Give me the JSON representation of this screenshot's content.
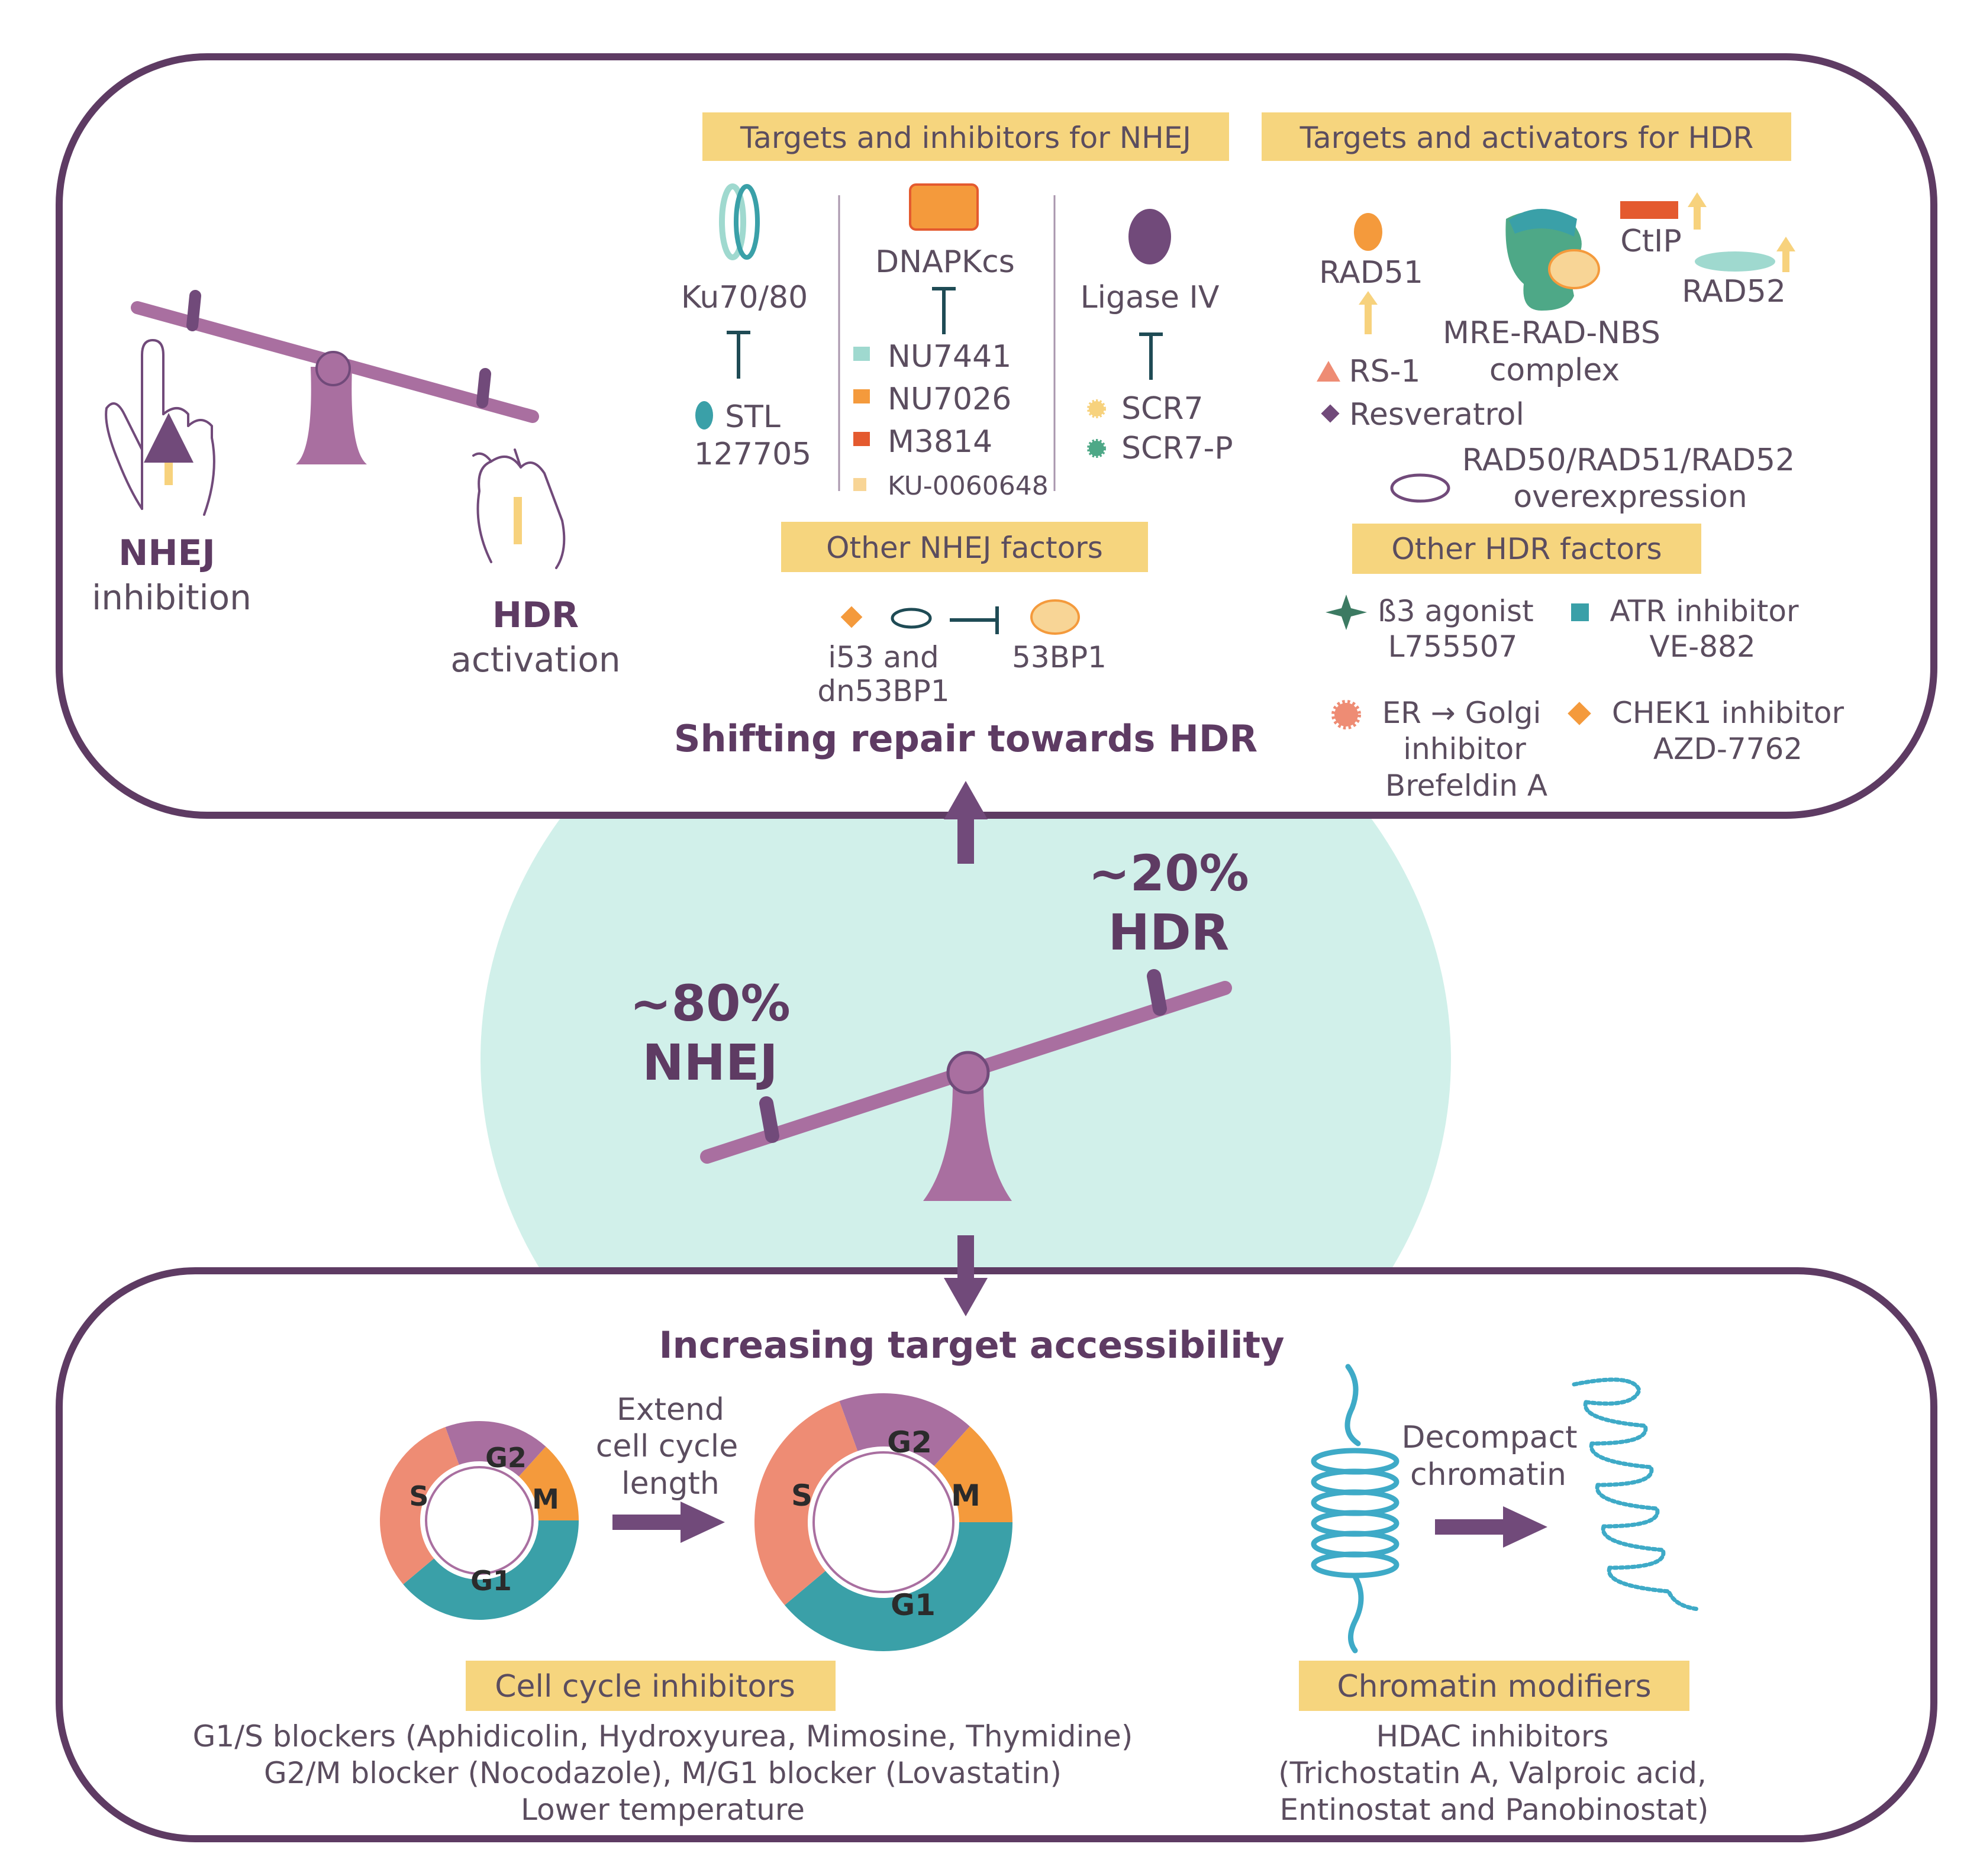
{
  "colors": {
    "frame": "#5e3b63",
    "purple": "#a96fa0",
    "dark_purple": "#714a7a",
    "text": "#5b4d5f",
    "label_bg": "#f6d57e",
    "mint": "#d1f0ea",
    "teal": "#3aa0a8",
    "salmon": "#ee8c74",
    "orange": "#f49a3c",
    "red": "#e45a2f",
    "light_yellow": "#f8d596",
    "green": "#4ea887",
    "dark_green": "#3c7a62",
    "arrow_yellow": "#f7d27d",
    "helix_blue": "#3eaac7"
  },
  "top_panel": {
    "left": {
      "nhej_title": "NHEJ",
      "nhej_sub": "inhibition",
      "hdr_title": "HDR",
      "hdr_sub": "activation"
    },
    "nhej_header": "Targets and inhibitors for NHEJ",
    "hdr_header": "Targets and activators for HDR",
    "ku": {
      "target": "Ku70/80",
      "inhibitor_line1": "STL",
      "inhibitor_line2": "127705"
    },
    "dnapk": {
      "target": "DNAPKcs",
      "inhibitors": [
        "NU7441",
        "NU7026",
        "M3814",
        "KU-0060648"
      ],
      "inhibitor_colors": [
        "#9fd9cf",
        "#f49a3c",
        "#e45a2f",
        "#f8d596"
      ]
    },
    "ligase": {
      "target": "Ligase IV",
      "inhibitors": [
        "SCR7",
        "SCR7-P"
      ],
      "inhibitor_colors": [
        "#f7d27d",
        "#4ea887"
      ]
    },
    "other_nhej": {
      "header": "Other NHEJ factors",
      "item1_line1": "i53 and",
      "item1_line2": "dn53BP1",
      "item2": "53BP1"
    },
    "shift_caption": "Shifting repair towards HDR",
    "hdr": {
      "rad51": "RAD51",
      "mre_line1": "MRE-RAD-NBS",
      "mre_line2": "complex",
      "ctip": "CtIP",
      "rad52": "RAD52",
      "rs1": "RS-1",
      "resveratrol": "Resveratrol",
      "overexp_line1": "RAD50/RAD51/RAD52",
      "overexp_line2": "overexpression"
    },
    "other_hdr": {
      "header": "Other HDR factors",
      "b3_line1": "ß3 agonist",
      "b3_line2": "L755507",
      "atr_line1": "ATR inhibitor",
      "atr_line2": "VE-882",
      "er_line1": "ER → Golgi",
      "er_line2": "inhibitor",
      "er_line3": "Brefeldin A",
      "chek_line1": "CHEK1 inhibitor",
      "chek_line2": "AZD-7762"
    }
  },
  "middle": {
    "nhej_pct": "~80%",
    "nhej_label": "NHEJ",
    "hdr_pct": "~20%",
    "hdr_label": "HDR"
  },
  "bottom_panel": {
    "caption": "Increasing target accessibility",
    "extend_line1": "Extend",
    "extend_line2": "cell cycle",
    "extend_line3": "length",
    "phases": [
      "S",
      "G2",
      "M",
      "G1"
    ],
    "decompact_line1": "Decompact",
    "decompact_line2": "chromatin",
    "cell_cycle_header": "Cell cycle inhibitors",
    "cell_cycle_lines": [
      "G1/S blockers (Aphidicolin, Hydroxyurea, Mimosine, Thymidine)",
      "G2/M blocker (Nocodazole), M/G1 blocker (Lovastatin)",
      "Lower temperature"
    ],
    "chromatin_header": "Chromatin modifiers",
    "chromatin_lines": [
      "HDAC inhibitors",
      "(Trichostatin A, Valproic acid,",
      "Entinostat and Panobinostat)"
    ]
  }
}
